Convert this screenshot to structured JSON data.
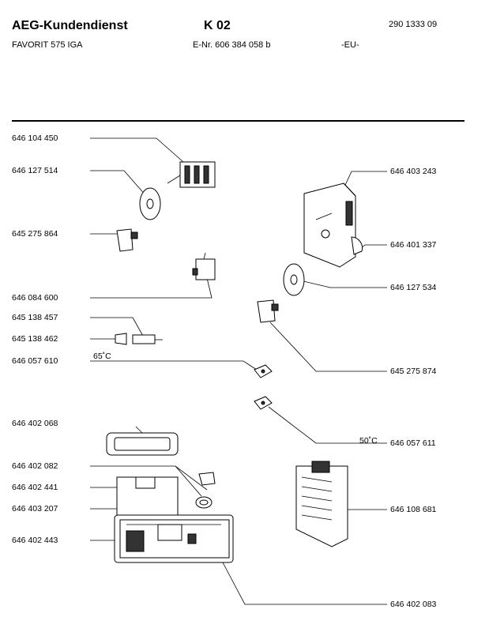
{
  "header": {
    "brand": "AEG-Kundendienst",
    "sheet": "K 02",
    "doc_number": "290 1333 09",
    "model": "FAVORIT  575  IGA",
    "enr": "E-Nr.  606 384 058  b",
    "region": "-EU-"
  },
  "parts": [
    "646 104 450",
    "646 127 514",
    "645 275 864",
    "646 084 600",
    "645 138 457",
    "645 138 462",
    "646 057 610",
    "646 402 068",
    "646 402 082",
    "646 402 441",
    "646 403 207",
    "646 402 443",
    "646 403 243",
    "646 401 337",
    "646 127 534",
    "645 275 874",
    "646 057 611",
    "646 108 681",
    "646 402 083"
  ],
  "annotations": {
    "temp_left": "65˚C",
    "temp_right": "50˚C"
  }
}
